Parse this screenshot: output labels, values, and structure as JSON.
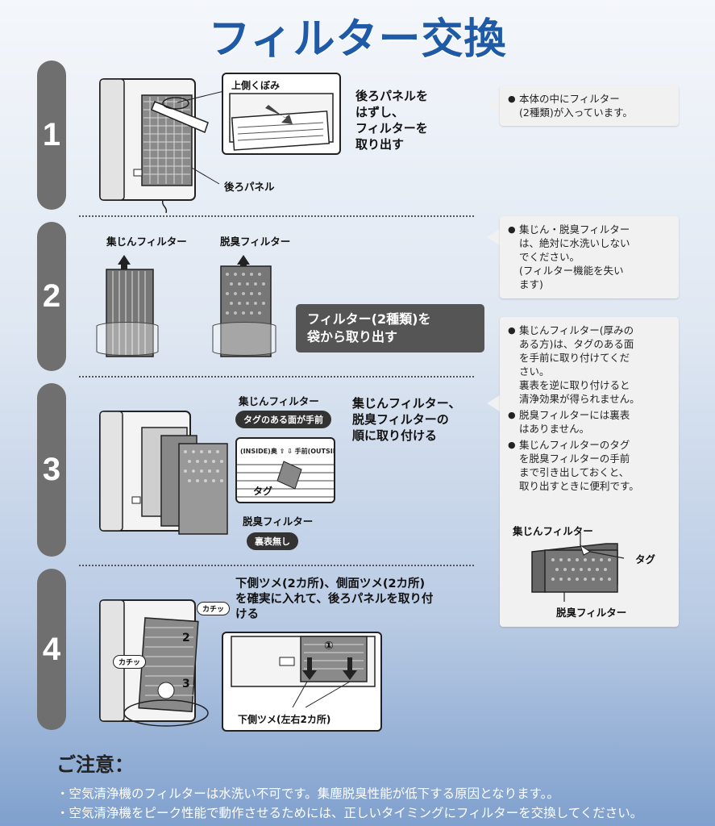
{
  "title": "フィルター交換",
  "steps": [
    {
      "number": "1",
      "instruction": "後ろパネルを\nはずし、\nフィルターを\n取り出す",
      "inset_label": "上側くぼみ",
      "callout": "後ろパネル"
    },
    {
      "number": "2",
      "left_filter": "集じんフィルター",
      "right_filter": "脱臭フィルター",
      "instruction": "フィルター(2種類)を\n袋から取り出す"
    },
    {
      "number": "3",
      "instruction": "集じんフィルター、\n脱臭フィルターの\n順に取り付ける",
      "filter1": "集じんフィルター",
      "filter1_pill": "タグのある面が手前",
      "filter2": "脱臭フィルター",
      "filter2_pill": "裏表無し",
      "tag_label": "タグ",
      "inset_top_text": "(INSIDE)奥 ⇧ ⇩ 手前(OUTSIDE)"
    },
    {
      "number": "4",
      "instruction": "下側ツメ(2カ所)、側面ツメ(2カ所)\nを確実に入れて、後ろパネルを取り付\nける",
      "click1": "カチッ",
      "click2": "カチッ",
      "num1": "①",
      "num2": "2",
      "num3": "3",
      "inset_caption": "下側ツメ(左右2カ所)"
    }
  ],
  "notes": [
    {
      "items": [
        "本体の中にフィルター\n(2種類)が入っています。"
      ]
    },
    {
      "items": [
        "集じん・脱臭フィルター\nは、絶対に水洗いしない\nでください。\n(フィルター機能を失い\nます)"
      ]
    },
    {
      "items": [
        "集じんフィルター(厚みの\nある方)は、タグのある面\nを手前に取り付けてくだ\nさい。\n裏表を逆に取り付けると\n清浄効果が得られません。",
        "脱臭フィルターには裏表\nはありません。",
        "集じんフィルターのタグ\nを脱臭フィルターの手前\nまで引き出しておくと、\n取り出すときに便利です。"
      ],
      "diagram": {
        "top_label": "集じんフィルター",
        "tag_label": "タグ",
        "bottom_label": "脱臭フィルター"
      }
    }
  ],
  "caution": {
    "heading": "ご注意：",
    "lines": [
      "・空気清浄機のフィルターは水洗い不可です。集塵脱臭性能が低下する原因となります。。",
      "・空気清浄機をピーク性能で動作させるためには、正しいタイミングにフィルターを交換してください。"
    ]
  }
}
